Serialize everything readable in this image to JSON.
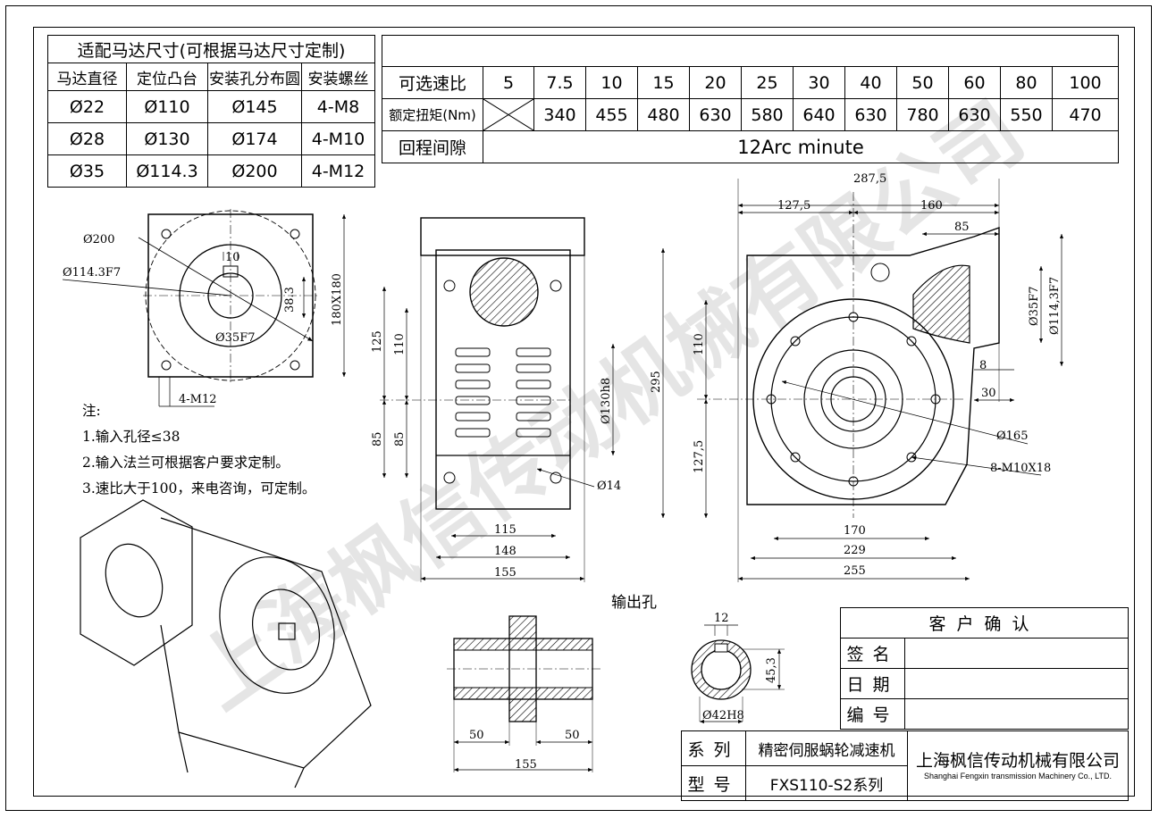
{
  "motor_table": {
    "title": "适配马达尺寸(可根据马达尺寸定制)",
    "headers": [
      "马达直径",
      "定位凸台",
      "安装孔分布圆",
      "安装螺丝"
    ],
    "rows": [
      [
        "Ø22",
        "Ø110",
        "Ø145",
        "4-M8"
      ],
      [
        "Ø28",
        "Ø130",
        "Ø174",
        "4-M10"
      ],
      [
        "Ø35",
        "Ø114.3",
        "Ø200",
        "4-M12"
      ]
    ]
  },
  "ratio_table": {
    "ratio_label": "可选速比",
    "ratios": [
      "5",
      "7.5",
      "10",
      "15",
      "20",
      "25",
      "30",
      "40",
      "50",
      "60",
      "80",
      "100"
    ],
    "torque_label": "额定扭矩(Nm)",
    "torques": [
      "",
      "340",
      "455",
      "480",
      "630",
      "580",
      "640",
      "630",
      "780",
      "630",
      "550",
      "470"
    ],
    "backlash_label": "回程间隙",
    "backlash_value": "12Arc minute"
  },
  "front_view": {
    "d200": "Ø200",
    "d114": "Ø114.3F7",
    "key_w": "10",
    "key_h": "38.3",
    "bore": "Ø35F7",
    "square": "180X180",
    "bolts": "4-M12"
  },
  "side_view": {
    "d125": "125",
    "d110": "110",
    "d85a": "85",
    "d85b": "85",
    "d130": "Ø130h8",
    "d14": "Ø14",
    "d115": "115",
    "d148": "148",
    "d155": "155"
  },
  "main_view": {
    "d287": "287,5",
    "d127top": "127,5",
    "d160": "160",
    "d85": "85",
    "d35": "Ø35F7",
    "d114": "Ø114,3F7",
    "d8": "8",
    "d30": "30",
    "d110": "110",
    "d295": "295",
    "d127left": "127,5",
    "d165": "Ø165",
    "bolts": "8-M10X18",
    "d170": "170",
    "d229": "229",
    "d255": "255"
  },
  "notes": {
    "title": "注:",
    "items": [
      "1.输入孔径≤38",
      "2.输入法兰可根据客户要求定制。",
      "3.速比大于100，来电咨询，可定制。"
    ]
  },
  "output": {
    "label": "输出孔",
    "d50a": "50",
    "d50b": "50",
    "d155": "155",
    "key12": "12",
    "d45": "45,3",
    "d42": "Ø42H8"
  },
  "customer": {
    "title": "客户确认",
    "rows": [
      "签名",
      "日期",
      "编号"
    ]
  },
  "series_block": {
    "series_label": "系列",
    "series_value": "精密伺服蜗轮减速机",
    "model_label": "型号",
    "model_value": "FXS110-S2系列",
    "company_cn": "上海枫信传动机械有限公司",
    "company_en": "Shanghai Fengxin transmission Machinery Co., LTD."
  },
  "watermark": "上海枫信传动机械有限公司"
}
